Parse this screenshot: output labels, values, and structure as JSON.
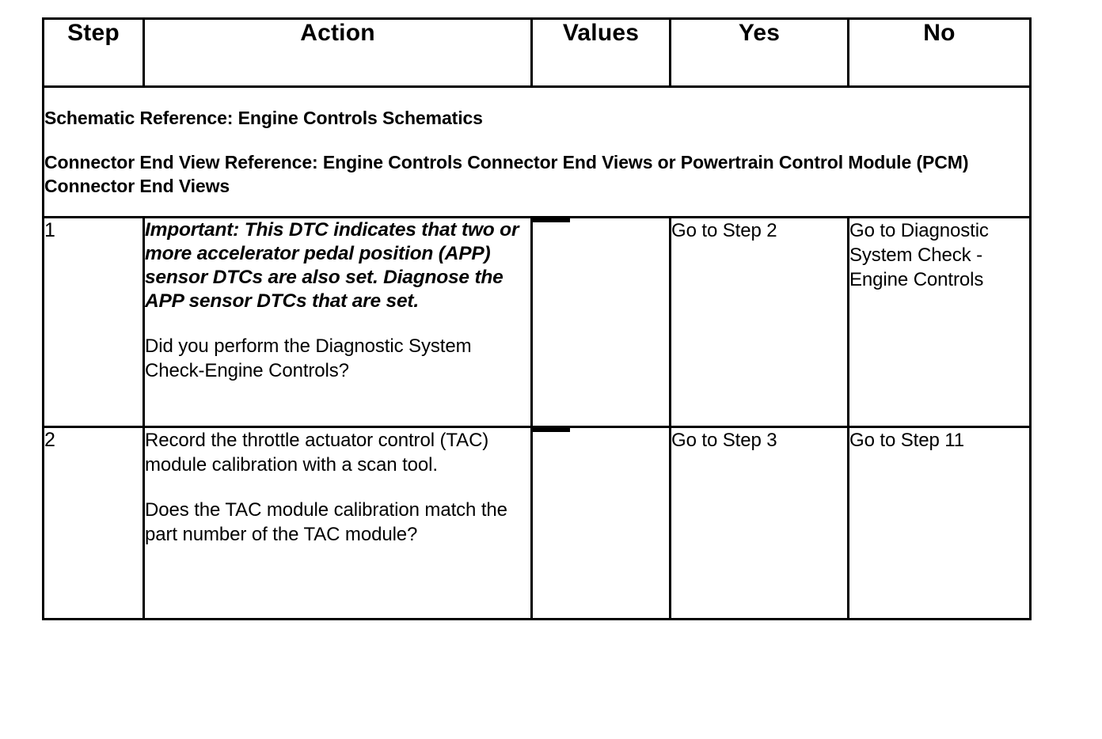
{
  "table": {
    "columns": [
      {
        "key": "step",
        "label": "Step"
      },
      {
        "key": "action",
        "label": "Action"
      },
      {
        "key": "values",
        "label": "Values"
      },
      {
        "key": "yes",
        "label": "Yes"
      },
      {
        "key": "no",
        "label": "No"
      }
    ],
    "reference": {
      "line1": "Schematic Reference: Engine Controls Schematics",
      "line2": "Connector End View Reference: Engine Controls Connector End Views or Powertrain Control Module (PCM) Connector End Views"
    },
    "rows": [
      {
        "step": "1",
        "action": {
          "note": "Important: This DTC indicates that two or more accelerator pedal position (APP) sensor DTCs are also set. Diagnose the APP sensor DTCs that are set.",
          "question": "Did you perform the Diagnostic System Check-Engine Controls?"
        },
        "values": "—",
        "yes": "Go to Step 2",
        "no": "Go to Diagnostic System Check - Engine Controls"
      },
      {
        "step": "2",
        "action": {
          "instruction": "Record the throttle actuator control (TAC) module calibration with a scan tool.",
          "question": "Does the TAC module calibration match the part number of the TAC module?"
        },
        "values": "—",
        "yes": "Go to Step 3",
        "no": "Go to Step 11"
      }
    ]
  },
  "colors": {
    "border": "#000000",
    "text": "#000000",
    "background": "#ffffff"
  }
}
